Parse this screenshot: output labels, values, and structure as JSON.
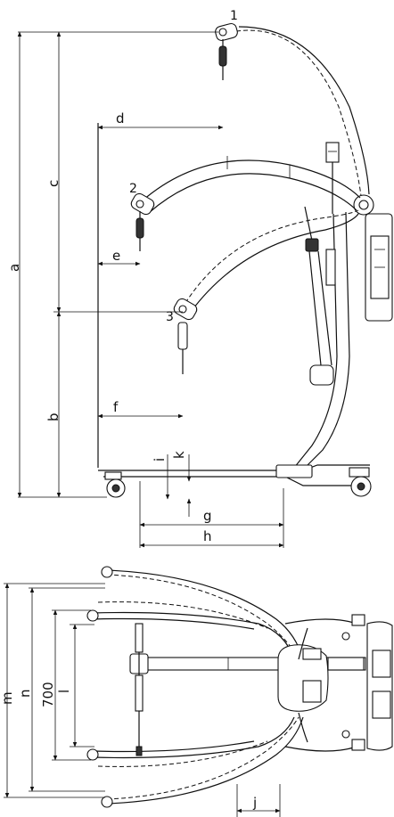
{
  "side_view": {
    "dimension_labels": {
      "a": "a",
      "b": "b",
      "c": "c",
      "d": "d",
      "e": "e",
      "f": "f",
      "g": "g",
      "h": "h",
      "i": "i",
      "k": "k"
    },
    "position_labels": {
      "p1": "1",
      "p2": "2",
      "p3": "3"
    }
  },
  "top_view": {
    "dimension_labels": {
      "m": "m",
      "n": "n",
      "width": "700",
      "l": "l",
      "j": "j"
    }
  }
}
